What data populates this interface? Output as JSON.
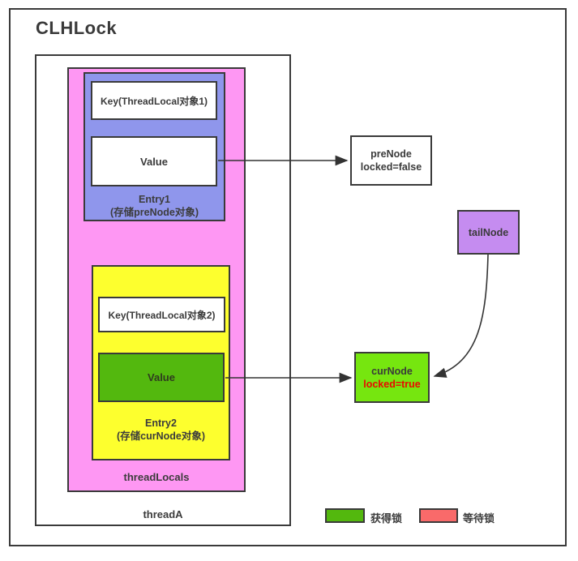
{
  "diagram": {
    "title": "CLHLock",
    "thread": {
      "label": "threadA"
    },
    "thread_locals": {
      "label": "threadLocals"
    },
    "entry1": {
      "key_label": "Key(ThreadLocal对象1)",
      "value_label": "Value",
      "label": "Entry1",
      "sublabel": "(存储preNode对象)"
    },
    "entry2": {
      "key_label": "Key(ThreadLocal对象2)",
      "value_label": "Value",
      "label": "Entry2",
      "sublabel": "(存储curNode对象)"
    },
    "pre_node": {
      "name": "preNode",
      "state": "locked=false"
    },
    "tail_node": {
      "label": "tailNode"
    },
    "cur_node": {
      "name": "curNode",
      "state": "locked=true"
    },
    "legend": {
      "acquired": {
        "label": "获得锁",
        "color": "#53b80e"
      },
      "waiting": {
        "label": "等待锁",
        "color": "#f96a6a"
      }
    },
    "colors": {
      "thread_locals_bg": "#fe97f3",
      "entry1_bg": "#8f96ec",
      "entry2_bg": "#fdff2e",
      "value2_bg": "#53b80e",
      "cur_node_bg": "#76e60f",
      "tail_node_bg": "#c58cf0",
      "locked_true_text": "#e80b00",
      "border": "#3a3a3a"
    }
  }
}
